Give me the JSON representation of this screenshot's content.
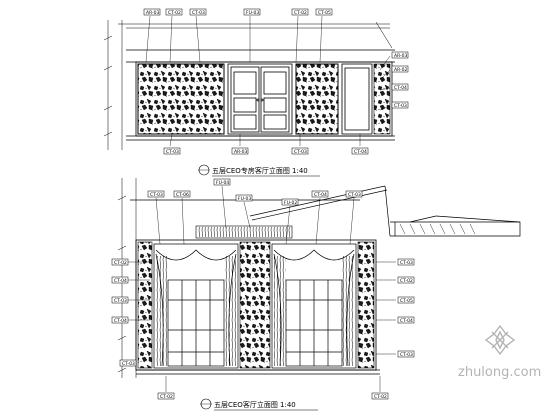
{
  "elevation_1": {
    "caption": "五层CEO专房客厅立面图 1:40",
    "tags": [
      "AR-03",
      "CT-02",
      "CT-03",
      "FU-03",
      "CT-02",
      "CT-05",
      "AR-03",
      "AR-02",
      "CT-04",
      "CT-03",
      "CT-03",
      "AR-03",
      "CT-03",
      "CT-04"
    ]
  },
  "elevation_2": {
    "caption": "五层CEO客厅立面图 1:40",
    "tags": [
      "CT-03",
      "CT-06",
      "FU-04",
      "FU-03",
      "FU-02",
      "CT-04",
      "CT-03",
      "CT-02",
      "CT-04",
      "CT-03",
      "CT-04",
      "CT-03",
      "CT-02",
      "CT-05",
      "CT-04",
      "CT-03",
      "CT-02",
      "CT-02",
      "CT-03"
    ]
  },
  "watermark": "zhulong.com",
  "colors": {
    "line": "#000000",
    "pattern": "#1a1a1a",
    "watermark": "#9a9a9a"
  }
}
